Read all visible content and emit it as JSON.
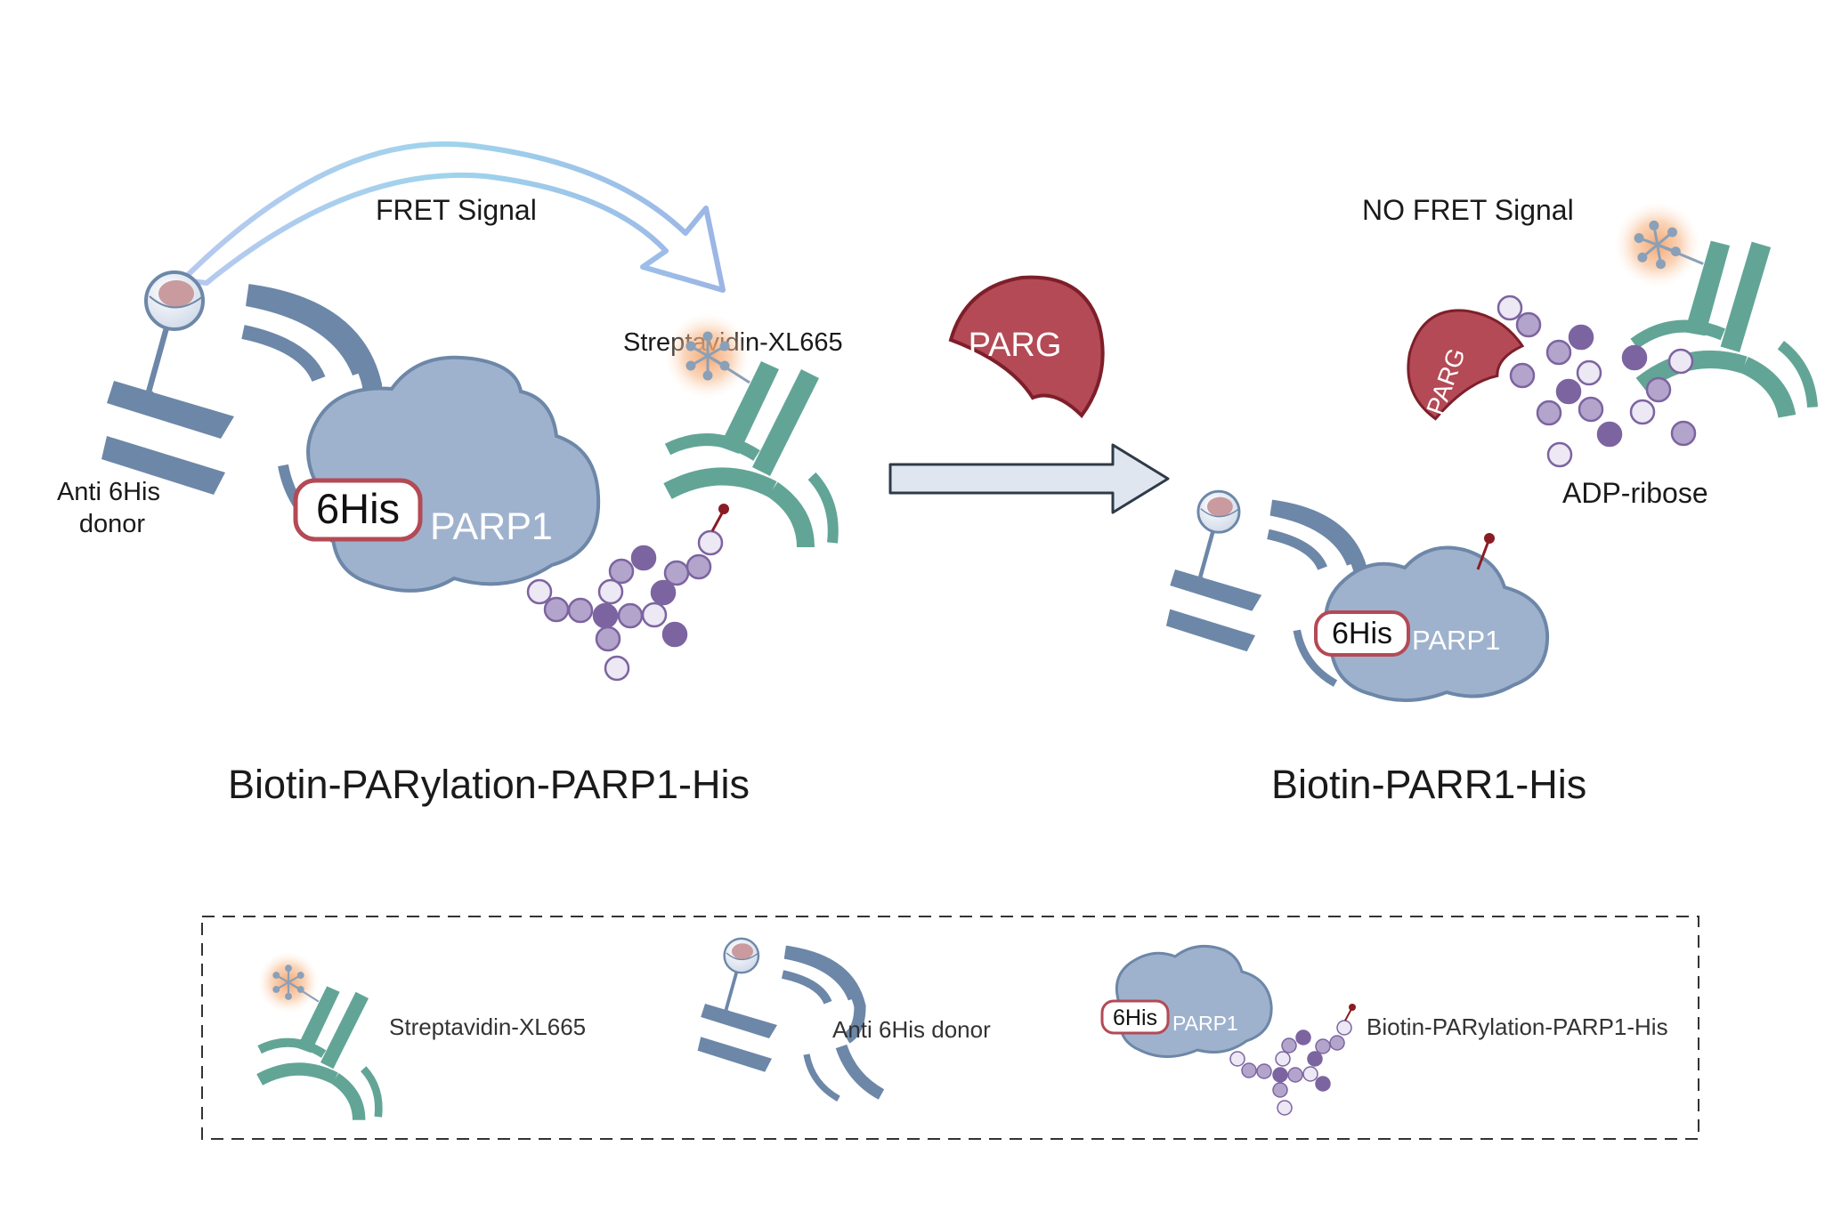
{
  "left_panel": {
    "fret_label": "FRET Signal",
    "donor_label_line1": "Anti 6His",
    "donor_label_line2": "donor",
    "streptavidin_label": "Streptavidin-XL665",
    "his_tag": "6His",
    "protein": "PARP1",
    "title": "Biotin-PARylation-PARP1-His"
  },
  "middle": {
    "enzyme": "PARG"
  },
  "right_panel": {
    "no_fret_label": "NO FRET Signal",
    "enzyme": "PARG",
    "product_label": "ADP-ribose",
    "his_tag": "6His",
    "protein": "PARP1",
    "title": "Biotin-PARR1-His"
  },
  "legend": {
    "items": [
      {
        "label": "Streptavidin-XL665"
      },
      {
        "label": "Anti 6His donor"
      },
      {
        "label": "Biotin-PARylation-PARP1-His",
        "his_tag": "6His",
        "protein": "PARP1"
      }
    ]
  },
  "colors": {
    "antibody_blue": "#6d87a8",
    "streptavidin_green": "#62a596",
    "protein_fill": "#9fb2cd",
    "enzyme_red": "#b34a55",
    "bead_dark": "#7c64a0",
    "bead_mid": "#b3a4cc",
    "bead_light": "#ece8f4",
    "glow_orange": "#f4a26c",
    "biotin_red": "#8a1c24"
  }
}
